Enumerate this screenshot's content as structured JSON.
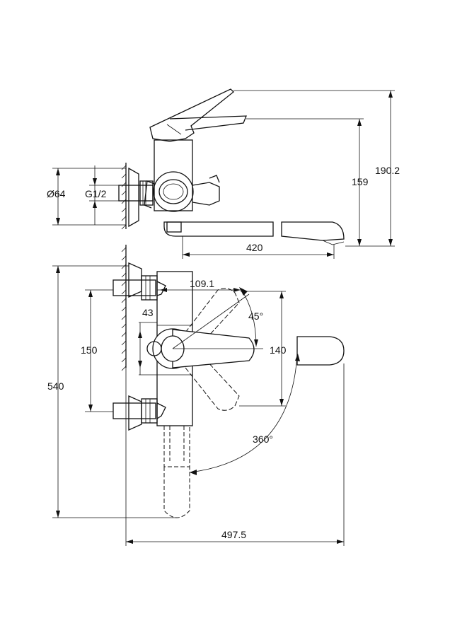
{
  "dimensions": {
    "diameter": "Ø64",
    "thread": "G1/2",
    "overall_height": "190.2",
    "spout_height": "159",
    "spout_reach": "420",
    "handle_offset": "109.1",
    "angle": "45°",
    "inlet_offset": "43",
    "center_distance": "150",
    "handle_throw": "140",
    "overall_length": "540",
    "rotation": "360°",
    "overall_width": "497.5"
  }
}
